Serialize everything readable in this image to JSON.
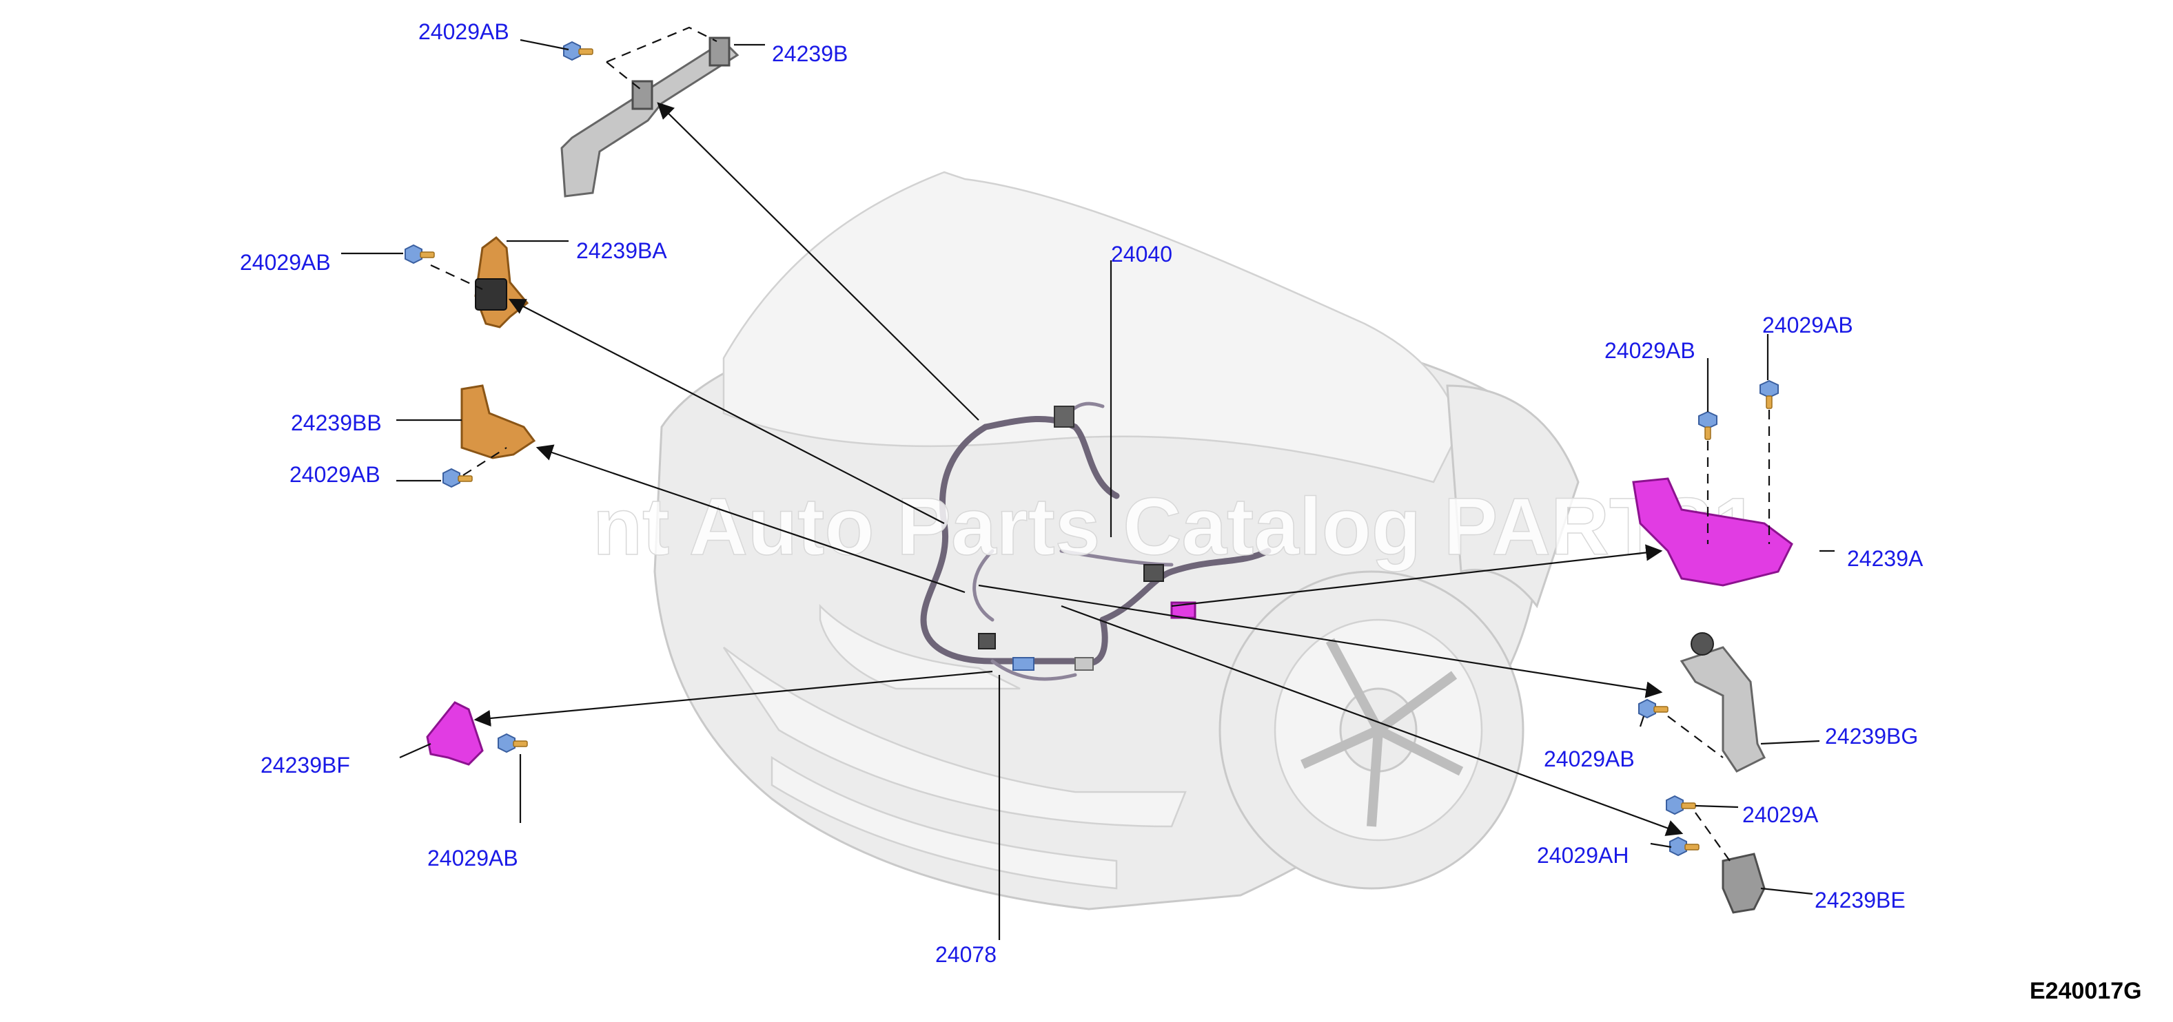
{
  "watermark": "nt Auto Parts Catalog PARTS1",
  "figure_code": "E240017G",
  "labels": {
    "l_24029AB_top": "24029AB",
    "l_24239B": "24239B",
    "l_24029AB_left1": "24029AB",
    "l_24239BA": "24239BA",
    "l_24040": "24040",
    "l_24239BB": "24239BB",
    "l_24029AB_left2": "24029AB",
    "l_24029AB_r1": "24029AB",
    "l_24029AB_r2": "24029AB",
    "l_24239A": "24239A",
    "l_24239BG": "24239BG",
    "l_24029AB_r3": "24029AB",
    "l_24029A": "24029A",
    "l_24029AH": "24029AH",
    "l_24239BE": "24239BE",
    "l_24239BF": "24239BF",
    "l_24029AB_bl": "24029AB",
    "l_24078": "24078"
  },
  "colors": {
    "callout_text": "#1a1ae6",
    "bracket_orange": "#d99545",
    "bracket_magenta": "#e13ce3",
    "bolt_blue": "#7aa2df",
    "harness": "#6e6578"
  }
}
